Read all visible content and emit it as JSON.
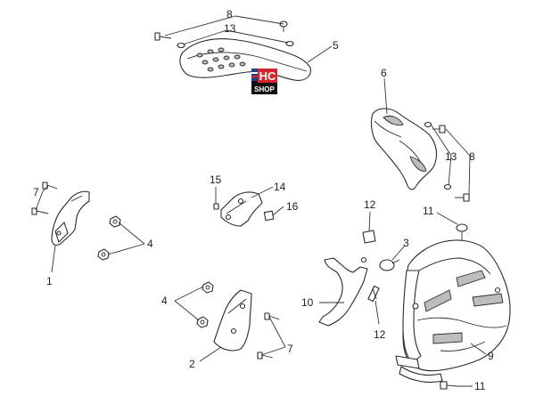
{
  "callouts": {
    "c1": "1",
    "c2": "2",
    "c3": "3",
    "c4a": "4",
    "c4b": "4",
    "c5": "5",
    "c6": "6",
    "c7a": "7",
    "c7b": "7",
    "c8a": "8",
    "c8b": "8",
    "c9": "9",
    "c10": "10",
    "c11a": "11",
    "c11b": "11",
    "c12a": "12",
    "c12b": "12",
    "c13a": "13",
    "c13b": "13",
    "c14": "14",
    "c15": "15",
    "c16": "16"
  },
  "logo": {
    "top": "HC",
    "bottom": "SHOP",
    "colors": {
      "red": "#d7262b",
      "blue": "#1f3f8f",
      "black": "#111111"
    }
  }
}
